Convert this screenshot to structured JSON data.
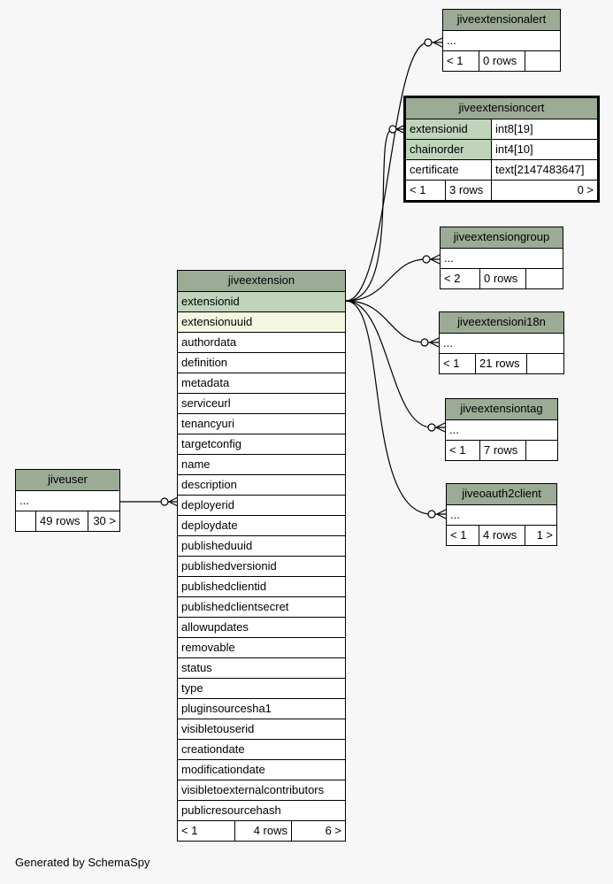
{
  "footer": "Generated by SchemaSpy",
  "colors": {
    "background": "#f7f7f7",
    "header": "#9bab96",
    "primary_key": "#bfd4bb",
    "foreign_key": "#f4f7e1"
  },
  "tables": {
    "jiveextensionalert": {
      "title": "jiveextensionalert",
      "columns": [
        "..."
      ],
      "footer": [
        "< 1",
        "0 rows",
        ""
      ]
    },
    "jiveextensioncert": {
      "title": "jiveextensioncert",
      "columns": [
        {
          "name": "extensionid",
          "type": "int8[19]"
        },
        {
          "name": "chainorder",
          "type": "int4[10]"
        },
        {
          "name": "certificate",
          "type": "text[2147483647]"
        }
      ],
      "footer": [
        "< 1",
        "3 rows",
        "0 >"
      ]
    },
    "jiveextensiongroup": {
      "title": "jiveextensiongroup",
      "columns": [
        "..."
      ],
      "footer": [
        "< 2",
        "0 rows",
        ""
      ]
    },
    "jiveextensioni18n": {
      "title": "jiveextensioni18n",
      "columns": [
        "..."
      ],
      "footer": [
        "< 1",
        "21 rows",
        ""
      ]
    },
    "jiveextensiontag": {
      "title": "jiveextensiontag",
      "columns": [
        "..."
      ],
      "footer": [
        "< 1",
        "7 rows",
        ""
      ]
    },
    "jiveoauth2client": {
      "title": "jiveoauth2client",
      "columns": [
        "..."
      ],
      "footer": [
        "< 1",
        "4 rows",
        "1 >"
      ]
    },
    "jiveuser": {
      "title": "jiveuser",
      "columns": [
        "..."
      ],
      "footer": [
        "",
        "49 rows",
        "30 >"
      ]
    },
    "jiveextension": {
      "title": "jiveextension",
      "columns": [
        "extensionid",
        "extensionuuid",
        "authordata",
        "definition",
        "metadata",
        "serviceurl",
        "tenancyuri",
        "targetconfig",
        "name",
        "description",
        "deployerid",
        "deploydate",
        "publisheduuid",
        "publishedversionid",
        "publishedclientid",
        "publishedclientsecret",
        "allowupdates",
        "removable",
        "status",
        "type",
        "pluginsourcesha1",
        "visibletouserid",
        "creationdate",
        "modificationdate",
        "visibletoexternalcontributors",
        "publicresourcehash"
      ],
      "footer": [
        "< 1",
        "4 rows",
        "6 >"
      ]
    }
  }
}
